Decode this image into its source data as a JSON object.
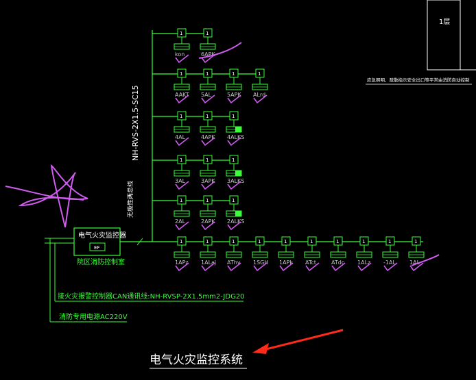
{
  "colors": {
    "background": "#000000",
    "line": "#39ff39",
    "box_text": "#ffffff",
    "label": "#c8c8c8",
    "annotation_pink": "#d05cf0",
    "arrow": "#ff2a1a",
    "filled_device": "#39ff39"
  },
  "floor_label": "1层",
  "right_note": "应急照明、疏散指示安全出口等平常由消防自动控制",
  "vertical_cable": "NH-RVS-2X1.5-SC15",
  "vertical_note": "无极性两总线",
  "controller": {
    "title": "电气火灾监控器",
    "sub": "EF",
    "location": "院区消防控制室"
  },
  "bus_note": "接火灾报警控制器CAN通讯线:NH-RVSP-2X1.5mm2-JDG20",
  "power_note": "消防专用电源AC220V",
  "diagram_title": "电气火灾监控系统",
  "rows": [
    {
      "items": [
        {
          "label": "kon",
          "num": "1",
          "filled": false
        },
        {
          "label": "6APK",
          "num": "1",
          "filled": false
        }
      ]
    },
    {
      "items": [
        {
          "label": "AAKT",
          "num": "1",
          "filled": false
        },
        {
          "label": "5AL",
          "num": "1",
          "filled": false
        },
        {
          "label": "5APK",
          "num": "1",
          "filled": false
        },
        {
          "label": "ALrd",
          "num": "1",
          "filled": false
        }
      ]
    },
    {
      "items": [
        {
          "label": "4AL",
          "num": "1",
          "filled": false
        },
        {
          "label": "4APK",
          "num": "1",
          "filled": false
        },
        {
          "label": "4ALKS",
          "num": "1",
          "filled": true
        }
      ]
    },
    {
      "items": [
        {
          "label": "3AL",
          "num": "1",
          "filled": false
        },
        {
          "label": "3APK",
          "num": "1",
          "filled": false
        },
        {
          "label": "3ALKS",
          "num": "1",
          "filled": true
        }
      ]
    },
    {
      "items": [
        {
          "label": "2AL",
          "num": "1",
          "filled": false
        },
        {
          "label": "2APK",
          "num": "1",
          "filled": false
        },
        {
          "label": "2ALKS",
          "num": "1",
          "filled": true
        }
      ]
    },
    {
      "items": [
        {
          "label": "1APz",
          "num": "1",
          "filled": false
        },
        {
          "label": "1ALaj",
          "num": "1",
          "filled": false
        },
        {
          "label": "AThy",
          "num": "1",
          "filled": false
        },
        {
          "label": "1SGH",
          "num": "1",
          "filled": false
        },
        {
          "label": "1APk",
          "num": "1",
          "filled": false
        },
        {
          "label": "ATct",
          "num": "1",
          "filled": false
        },
        {
          "label": "ATdc",
          "num": "1",
          "filled": false
        },
        {
          "label": "1ALz",
          "num": "1",
          "filled": false
        },
        {
          "label": "-1AL",
          "num": "1",
          "filled": false
        },
        {
          "label": "1AL",
          "num": "1",
          "filled": false
        }
      ]
    }
  ]
}
